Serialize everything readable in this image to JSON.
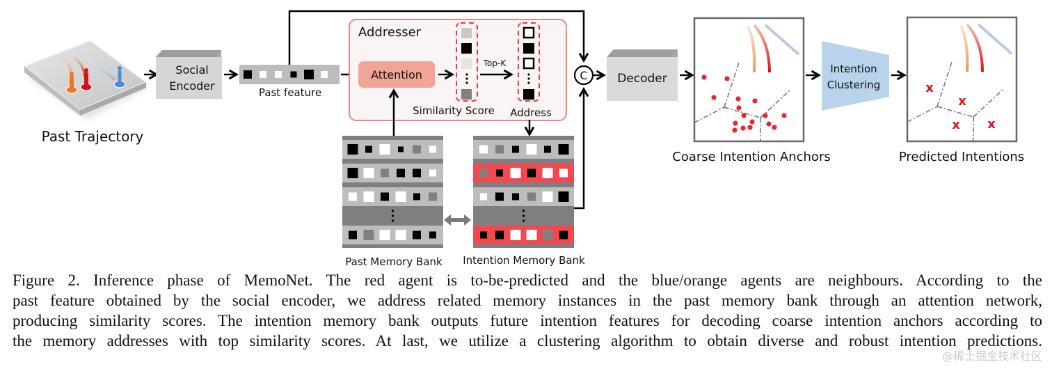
{
  "figure": {
    "nodes": {
      "past_trajectory": "Past Trajectory",
      "social_encoder_line1": "Social",
      "social_encoder_line2": "Encoder",
      "past_feature": "Past feature",
      "addresser": "Addresser",
      "attention": "Attention",
      "top_k": "Top-K",
      "similarity_score": "Similarity Score",
      "address": "Address",
      "concat_symbol": "C",
      "decoder": "Decoder",
      "coarse_intention_anchors": "Coarse Intention Anchors",
      "intention_clustering_line1": "Intention",
      "intention_clustering_line2": "Clustering",
      "predicted_intentions": "Predicted Intentions",
      "past_memory_bank": "Past Memory Bank",
      "intention_memory_bank": "Intention Memory Bank",
      "ellipsis": "⋮",
      "x_mark": "x"
    },
    "agents": [
      {
        "name": "orange-agent",
        "role": "neighbour",
        "color": "#e8782a"
      },
      {
        "name": "red-agent",
        "role": "to-be-predicted",
        "color": "#d0121b"
      },
      {
        "name": "blue-agent",
        "role": "neighbour",
        "color": "#4a8fd8"
      }
    ],
    "colors": {
      "addresser_border": "#e98a7e",
      "addresser_fill": "#f8f5f4",
      "attention_fill": "#f2a497",
      "highlight_row": "#f2494f",
      "memory_gray": "#bdbdbd",
      "memory_dark": "#7f7f7f",
      "clustering_fill": "#b9d3ec",
      "anchor_dot": "#e8262f",
      "dashed_red": "#e83a4a"
    },
    "past_feature_cells": [
      "black",
      "white",
      "white",
      "black-small",
      "black-large",
      "white"
    ],
    "similarity_scores": [
      "light-gray",
      "black",
      "very-light-gray",
      "dots",
      "gray"
    ],
    "addresses": [
      "hollow",
      "black",
      "hollow",
      "dots",
      "black"
    ],
    "past_memory_bank_rows": [
      {
        "highlight": false,
        "cells": [
          "black-l",
          "black-s",
          "white-l",
          "black-xs",
          "gray-m",
          "white-s"
        ]
      },
      {
        "highlight": false,
        "cells": [
          "black-l",
          "white-l",
          "gray-m",
          "black-m",
          "black-m",
          "white-s"
        ]
      },
      {
        "highlight": false,
        "cells": [
          "white-m",
          "white-l",
          "black-m",
          "white-l",
          "black-s",
          "gray-m"
        ]
      },
      {
        "highlight": false,
        "ellipsis": true,
        "cells": []
      },
      {
        "highlight": false,
        "cells": [
          "black-m",
          "gray-l",
          "white-l",
          "white-l",
          "black-m",
          "black-s"
        ]
      }
    ],
    "intention_memory_bank_rows": [
      {
        "highlight": false,
        "cells": [
          "white-m",
          "gray-m",
          "black-s",
          "white-l",
          "black-s",
          "black-l"
        ]
      },
      {
        "highlight": true,
        "cells": [
          "gray-m",
          "black-s",
          "white-l",
          "black-m",
          "white-l",
          "white-m"
        ]
      },
      {
        "highlight": false,
        "cells": [
          "white-s",
          "black-m",
          "black-s",
          "gray-m",
          "white-l",
          "black-l"
        ]
      },
      {
        "highlight": false,
        "ellipsis": true,
        "cells": []
      },
      {
        "highlight": true,
        "cells": [
          "black-s",
          "black-m",
          "white-l",
          "white-l",
          "gray-l",
          "black-m"
        ]
      }
    ],
    "anchor_count": 16,
    "predicted_intention_count": 4
  },
  "caption": {
    "lines": [
      "Figure 2.  Inference phase of MemoNet.  The red agent is to-be-predicted and the blue/orange agents are neighbours.  According to the",
      "past feature obtained by the social encoder, we address related memory instances in the past memory bank through an attention network,",
      "producing similarity scores. The intention memory bank outputs future intention features for decoding coarse intention anchors according to",
      "the memory addresses with top similarity scores. At last, we utilize a clustering algorithm to obtain diverse and robust intention predictions."
    ]
  },
  "watermark": "@稀土掘金技术社区"
}
